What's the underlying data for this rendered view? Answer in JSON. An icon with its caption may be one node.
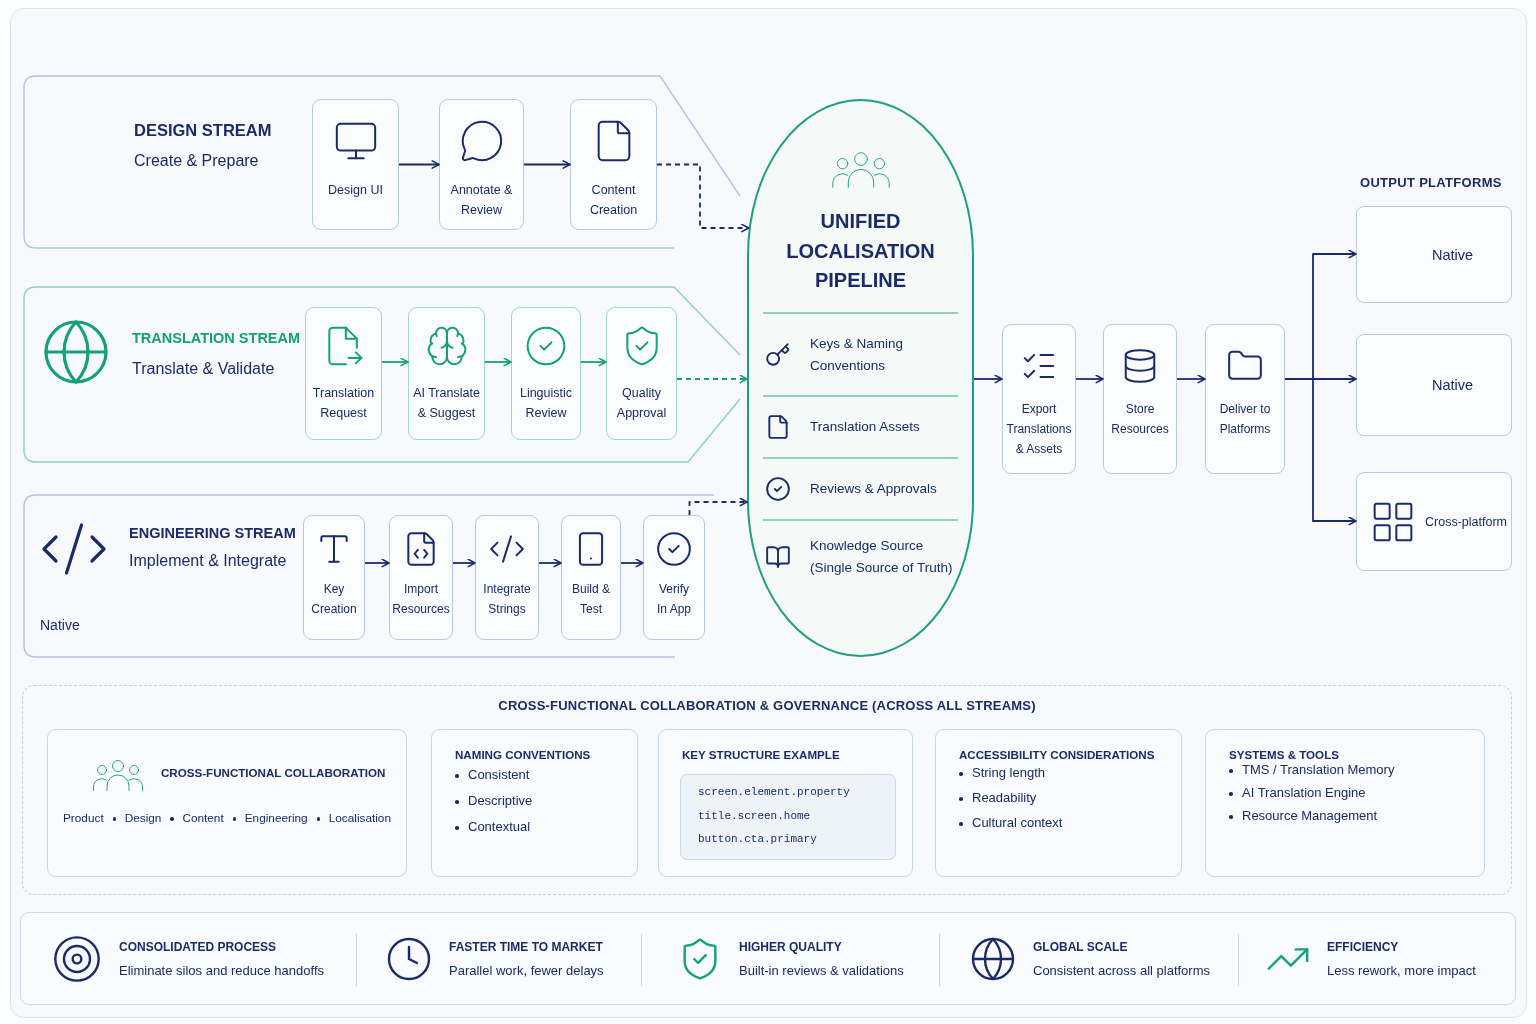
{
  "diagram": {
    "nodes": [
      {
        "text": [
          "DESIGN STREAM",
          "Create & Prepare"
        ]
      },
      {
        "text": [
          "Design UI"
        ],
        "in": 0
      },
      {
        "text": [
          "Annotate & Review"
        ],
        "in": 0
      },
      {
        "text": [
          "Content Creation"
        ],
        "in": 0
      },
      {
        "text": [
          "TRANSLATION STREAM",
          "Translate & Validate"
        ]
      },
      {
        "text": [
          "Translation Request"
        ],
        "in": 4
      },
      {
        "text": [
          "AI Translate & Suggest"
        ],
        "in": 4
      },
      {
        "text": [
          "Linguistic Review"
        ],
        "in": 4
      },
      {
        "text": [
          "Quality Approval"
        ],
        "in": 4
      },
      {
        "text": [
          "ENGINEERING STREAM",
          "Implement & Integrate",
          "Native"
        ]
      },
      {
        "text": [
          "Key Creation"
        ],
        "in": 9
      },
      {
        "text": [
          "Import Resources"
        ],
        "in": 9
      },
      {
        "text": [
          "Integrate Strings"
        ],
        "in": 9
      },
      {
        "text": [
          "Build & Test"
        ],
        "in": 9
      },
      {
        "text": [
          "Verify In App"
        ],
        "in": 9
      },
      {
        "text": [
          "UNIFIED LOCALISATION PIPELINE",
          "Keys & Naming Conventions",
          "Translation Assets",
          "Reviews & Approvals",
          "Knowledge Source (Single Source of Truth)"
        ]
      },
      {
        "text": [
          "Export Translations & Assets"
        ]
      },
      {
        "text": [
          "Store Resources"
        ]
      },
      {
        "text": [
          "Deliver to Platforms"
        ]
      },
      {
        "text": [
          "Native"
        ]
      },
      {
        "text": [
          "Native"
        ]
      },
      {
        "text": [
          "Cross-platform"
        ]
      },
      {
        "text": [
          "CROSS-FUNCTIONAL COLLABORATION & GOVERNANCE (ACROSS ALL STREAMS)"
        ]
      },
      {
        "text": [
          "CROSS-FUNCTIONAL COLLABORATION",
          "Product",
          "Design",
          "Content",
          "Engineering",
          "Localisation"
        ],
        "in": 22
      },
      {
        "text": [
          "NAMING CONVENTIONS",
          "Consistent",
          "Descriptive",
          "Contextual"
        ],
        "in": 22
      },
      {
        "text": [
          "KEY STRUCTURE EXAMPLE"
        ],
        "in": 22
      },
      {
        "text": [
          "screen.element.property",
          "title.screen.home",
          "button.cta.primary"
        ],
        "in": 25
      },
      {
        "text": [
          "ACCESSIBILITY CONSIDERATIONS",
          "String length",
          "Readability",
          "Cultural context"
        ],
        "in": 22
      },
      {
        "text": [
          "SYSTEMS & TOOLS",
          "TMS / Translation Memory",
          "AI Translation Engine",
          "Resource Management"
        ],
        "in": 22
      }
    ],
    "edges": [
      {
        "from": 1,
        "to": 2,
        "arrow": "to"
      },
      {
        "from": 2,
        "to": 3,
        "arrow": "to"
      },
      {
        "from": 3,
        "to": 15,
        "arrow": "to",
        "style": "dashed"
      },
      {
        "from": 5,
        "to": 6,
        "arrow": "to",
        "color": "#13a07d"
      },
      {
        "from": 6,
        "to": 7,
        "arrow": "to",
        "color": "#13a07d"
      },
      {
        "from": 7,
        "to": 8,
        "arrow": "to",
        "color": "#13a07d"
      },
      {
        "from": 8,
        "to": 15,
        "arrow": "to",
        "style": "dashed",
        "color": "#13a07d"
      },
      {
        "from": 10,
        "to": 11,
        "arrow": "to"
      },
      {
        "from": 11,
        "to": 12,
        "arrow": "to"
      },
      {
        "from": 12,
        "to": 13,
        "arrow": "to"
      },
      {
        "from": 13,
        "to": 14,
        "arrow": "to"
      },
      {
        "from": 14,
        "to": 15,
        "arrow": "to",
        "style": "dashed"
      },
      {
        "from": 15,
        "to": 16,
        "arrow": "to"
      },
      {
        "from": 16,
        "to": 17,
        "arrow": "to"
      },
      {
        "from": 17,
        "to": 18,
        "arrow": "to"
      },
      {
        "from": 18,
        "to": 19,
        "arrow": "to"
      },
      {
        "from": 18,
        "to": 20,
        "arrow": "to"
      },
      {
        "from": 18,
        "to": 21,
        "arrow": "to"
      }
    ],
    "labels": [
      "OUTPUT PLATFORMS",
      "CONSOLIDATED PROCESS",
      "Eliminate silos and reduce handoffs",
      "FASTER TIME TO MARKET",
      "Parallel work, fewer delays",
      "HIGHER QUALITY",
      "Built-in reviews & validations",
      "GLOBAL SCALE",
      "Consistent across all platforms",
      "EFFICIENCY",
      "Less rework, more impact"
    ]
  }
}
